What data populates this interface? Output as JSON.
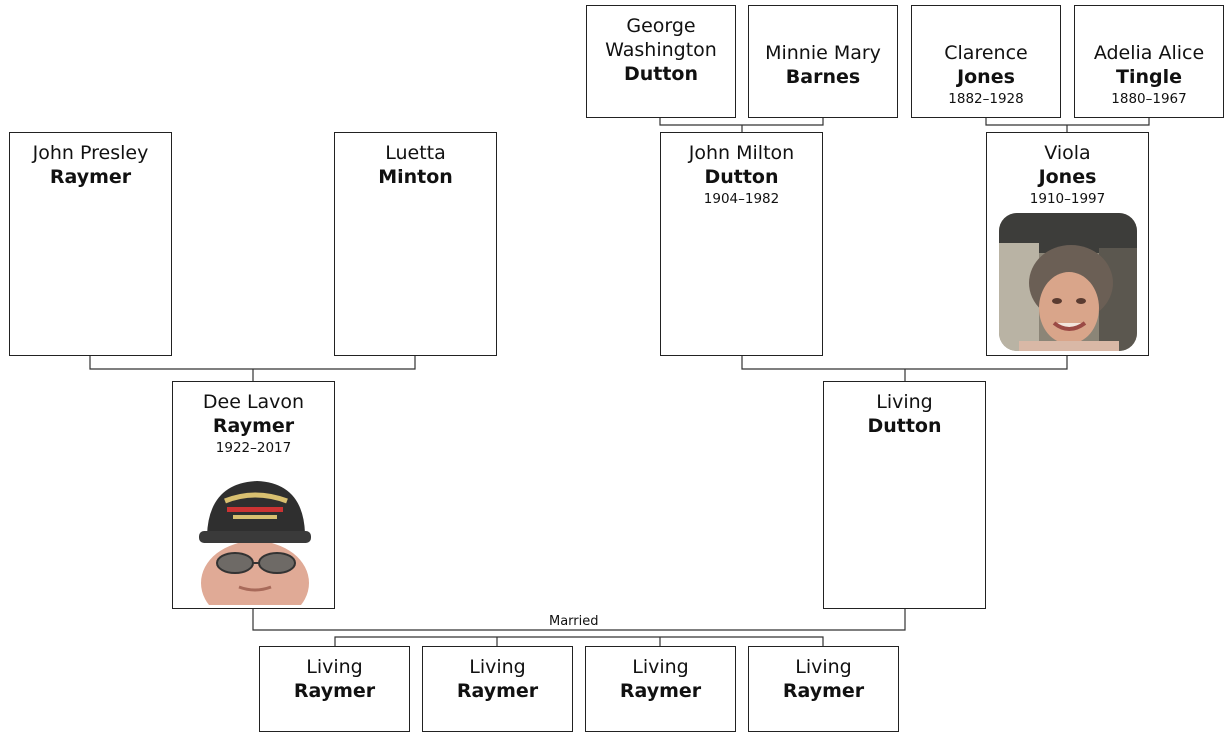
{
  "persons": {
    "george": {
      "given": "George Washington",
      "surname": "Dutton",
      "dates": ""
    },
    "minnie": {
      "given": "Minnie Mary",
      "surname": "Barnes",
      "dates": ""
    },
    "clarence": {
      "given": "Clarence",
      "surname": "Jones",
      "dates": "1882–1928"
    },
    "adelia": {
      "given": "Adelia Alice",
      "surname": "Tingle",
      "dates": "1880–1967"
    },
    "johnp": {
      "given": "John Presley",
      "surname": "Raymer",
      "dates": ""
    },
    "luetta": {
      "given": "Luetta",
      "surname": "Minton",
      "dates": ""
    },
    "johnm": {
      "given": "John Milton",
      "surname": "Dutton",
      "dates": "1904–1982"
    },
    "viola": {
      "given": "Viola",
      "surname": "Jones",
      "dates": "1910–1997"
    },
    "dee": {
      "given": "Dee Lavon",
      "surname": "Raymer",
      "dates": "1922–2017"
    },
    "livingd": {
      "given": "Living",
      "surname": "Dutton",
      "dates": ""
    },
    "child1": {
      "given": "Living",
      "surname": "Raymer",
      "dates": ""
    },
    "child2": {
      "given": "Living",
      "surname": "Raymer",
      "dates": ""
    },
    "child3": {
      "given": "Living",
      "surname": "Raymer",
      "dates": ""
    },
    "child4": {
      "given": "Living",
      "surname": "Raymer",
      "dates": ""
    }
  },
  "married_label": "Married"
}
